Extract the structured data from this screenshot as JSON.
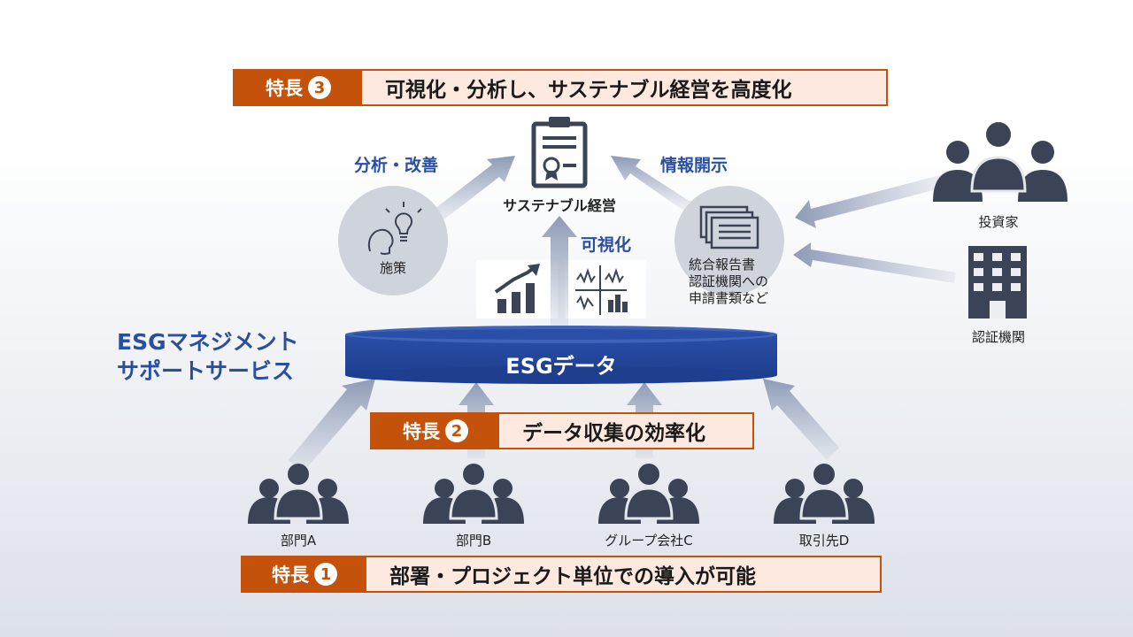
{
  "features": {
    "f3": {
      "tag": "特長",
      "num": "3",
      "text": "可視化・分析し、サステナブル経営を高度化"
    },
    "f2": {
      "tag": "特長",
      "num": "2",
      "text": "データ収集の効率化"
    },
    "f1": {
      "tag": "特長",
      "num": "1",
      "text": "部署・プロジェクト単位での導入が可能"
    }
  },
  "top": {
    "center_label": "サステナブル経営",
    "analysis_label": "分析・改善",
    "disclosure_label": "情報開示",
    "visualize_label": "可視化",
    "measure_label": "施策",
    "report_lines": [
      "統合報告書",
      "認証機関への",
      "申請書類など"
    ]
  },
  "right": {
    "investors_label": "投資家",
    "certifier_label": "認証機関"
  },
  "service": {
    "line1": "ESGマネジメント",
    "line2": "サポートサービス"
  },
  "esg_data_label": "ESGデータ",
  "sources": [
    "部門A",
    "部門B",
    "グループ会社C",
    "取引先D"
  ],
  "colors": {
    "accent": "#c4520a",
    "accent_light": "#fde9df",
    "navy": "#2a4fa0",
    "icon": "#3a4456",
    "arrow": "#9aa6bf"
  }
}
